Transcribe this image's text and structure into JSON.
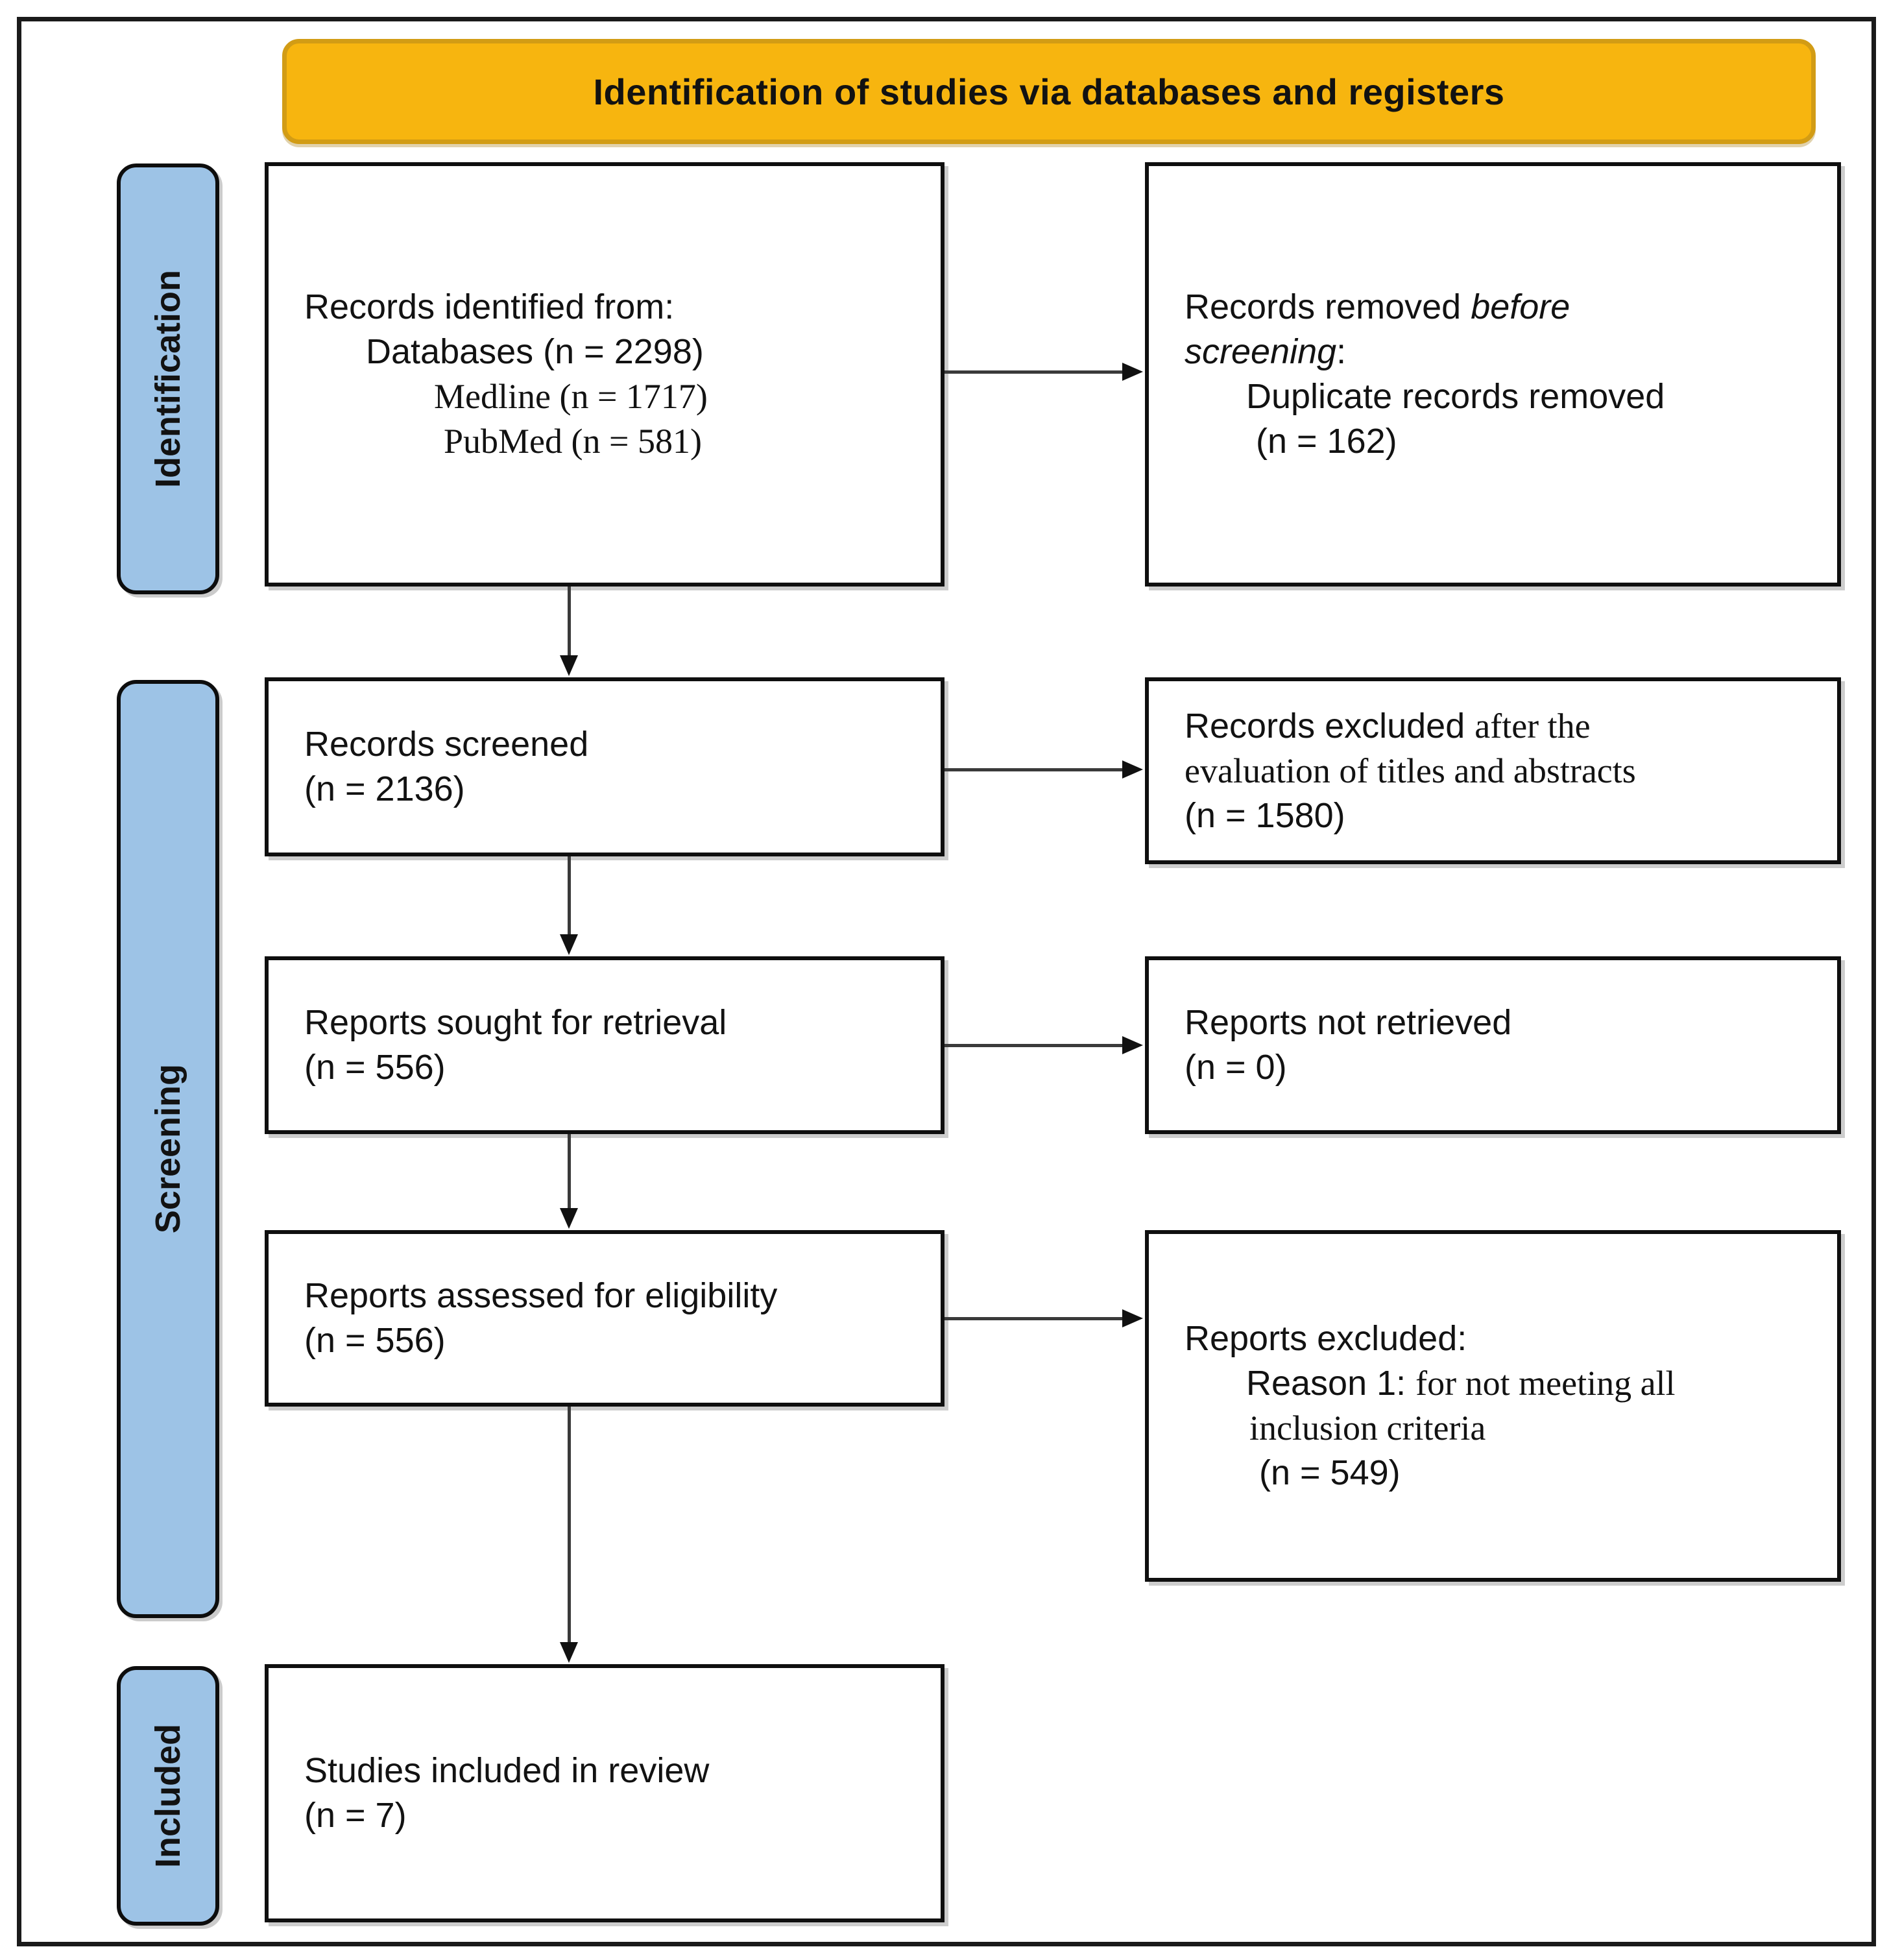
{
  "banner": {
    "title": "Identification of studies via databases and registers"
  },
  "colors": {
    "banner_fill": "#F7B50F",
    "banner_edge": "#D29C15",
    "sidebar_fill": "#9DC3E6",
    "box_border": "#0f0f0f"
  },
  "sidebars": [
    {
      "id": "identification",
      "label": "Identification"
    },
    {
      "id": "screening",
      "label": "Screening"
    },
    {
      "id": "included",
      "label": "Included"
    }
  ],
  "boxes": {
    "records_identified": {
      "line1": "Records identified from:",
      "line2": "Databases (n = 2298)",
      "line3": "Medline (n = 1717)",
      "line4": "PubMed (n = 581)"
    },
    "records_removed": {
      "line1_text": "Records removed ",
      "line1_italic": "before",
      "line2_italic": "screening",
      "line2_text": ":",
      "line3": "Duplicate records removed",
      "line4": "(n = 162)"
    },
    "records_screened": {
      "line1": "Records screened",
      "line2": "(n = 2136)"
    },
    "records_excluded": {
      "line1_sans": "Records excluded ",
      "line1_serif": "after the",
      "line2_serif": "evaluation of titles and abstracts",
      "line3": "(n = 1580)"
    },
    "reports_sought": {
      "line1": "Reports sought for retrieval",
      "line2": "(n = 556)"
    },
    "reports_not_retrieved": {
      "line1": "Reports not retrieved",
      "line2": "(n = 0)"
    },
    "reports_assessed": {
      "line1": "Reports assessed for eligibility",
      "line2": "(n = 556)"
    },
    "reports_excluded": {
      "line1": "Reports excluded:",
      "line2_sans": "Reason 1: ",
      "line2_serif": "for not meeting all",
      "line3_serif": "inclusion criteria",
      "line4": "(n = 549)"
    },
    "studies_included": {
      "line1": "Studies included in review",
      "line2": "(n = 7)"
    }
  }
}
